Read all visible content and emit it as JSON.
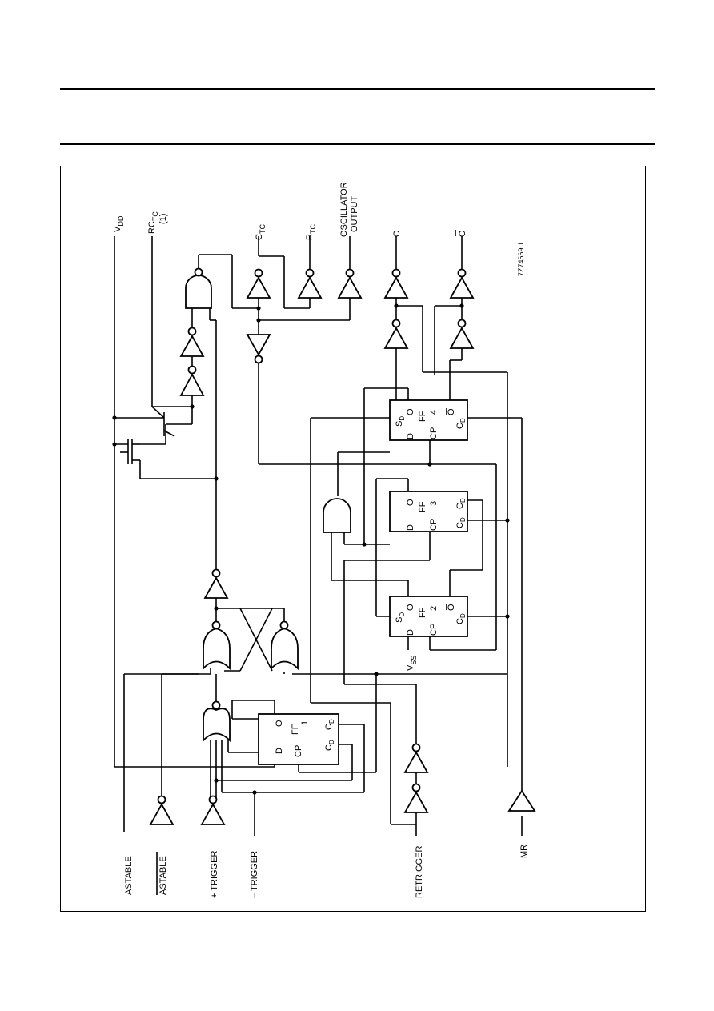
{
  "figure": {
    "id_code": "7Z74669.1",
    "terminals": {
      "vdd": "V",
      "vdd_sub": "DD",
      "vss": "V",
      "vss_sub": "SS",
      "rc_tc": "RC",
      "rc_tc_sub": "TC",
      "rc_tc_note": "(1)",
      "c_tc": "C",
      "c_tc_sub": "TC",
      "r_tc": "R",
      "r_tc_sub": "TC",
      "osc_line1": "OSCILLATOR",
      "osc_line2": "OUTPUT",
      "q": "O",
      "q_bar": "O",
      "astable": "ASTABLE",
      "astable_bar": "ASTABLE",
      "plus_trigger": "+ TRIGGER",
      "minus_trigger": "– TRIGGER",
      "retrigger": "RETRIGGER",
      "mr": "MR"
    },
    "flip_flops": [
      {
        "name": "FF",
        "num": "1"
      },
      {
        "name": "FF",
        "num": "2"
      },
      {
        "name": "FF",
        "num": "3"
      },
      {
        "name": "FF",
        "num": "4"
      }
    ],
    "pins": {
      "d": "D",
      "cp": "CP",
      "q": "O",
      "q_bar": "O",
      "sd": "S",
      "sd_sub": "D",
      "cd": "C",
      "cd_sub": "D"
    }
  }
}
